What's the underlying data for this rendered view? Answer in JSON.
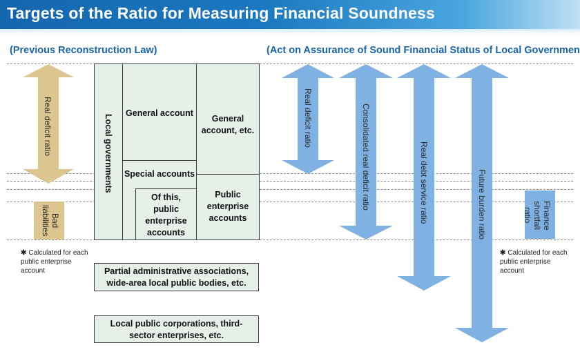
{
  "header": {
    "title": "Targets of the Ratio for Measuring Financial Soundness"
  },
  "left_section": {
    "title": "(Previous Reconstruction Law)"
  },
  "right_section": {
    "title": "(Act on Assurance of Sound Financial Status of Local Governments)"
  },
  "left_indicators": {
    "real_deficit": "Real deficit ratio",
    "bad_liabilities": "Bad liabilities"
  },
  "center": {
    "local_governments": "Local governments",
    "general_account": "General account",
    "special_accounts": "Special accounts",
    "of_this_public_enterprise": "Of this, public enterprise accounts",
    "general_account_etc": "General account, etc.",
    "public_enterprise_accounts": "Public enterprise accounts",
    "partial_admin": "Partial administrative associations, wide-area local public bodies, etc.",
    "local_public_corporations": "Local public corporations, third-sector enterprises, etc."
  },
  "right_indicators": {
    "real_deficit": "Real deficit ratio",
    "consolidated": "Consolidated real deficit ratio",
    "real_debt_service": "Real debt service ratio",
    "future_burden": "Future burden ratio",
    "finance_shortfall": "Finance shortfall ratio"
  },
  "notes": {
    "left": "Calculated for each public enterprise account",
    "right": "Calculated for each public enterprise account"
  },
  "colors": {
    "header_blue": "#1a6fb8",
    "title_blue": "#1a63a8",
    "tan": "#dcc58e",
    "arrow_blue": "#7fb2e3",
    "box_green": "#e6f0e9"
  }
}
